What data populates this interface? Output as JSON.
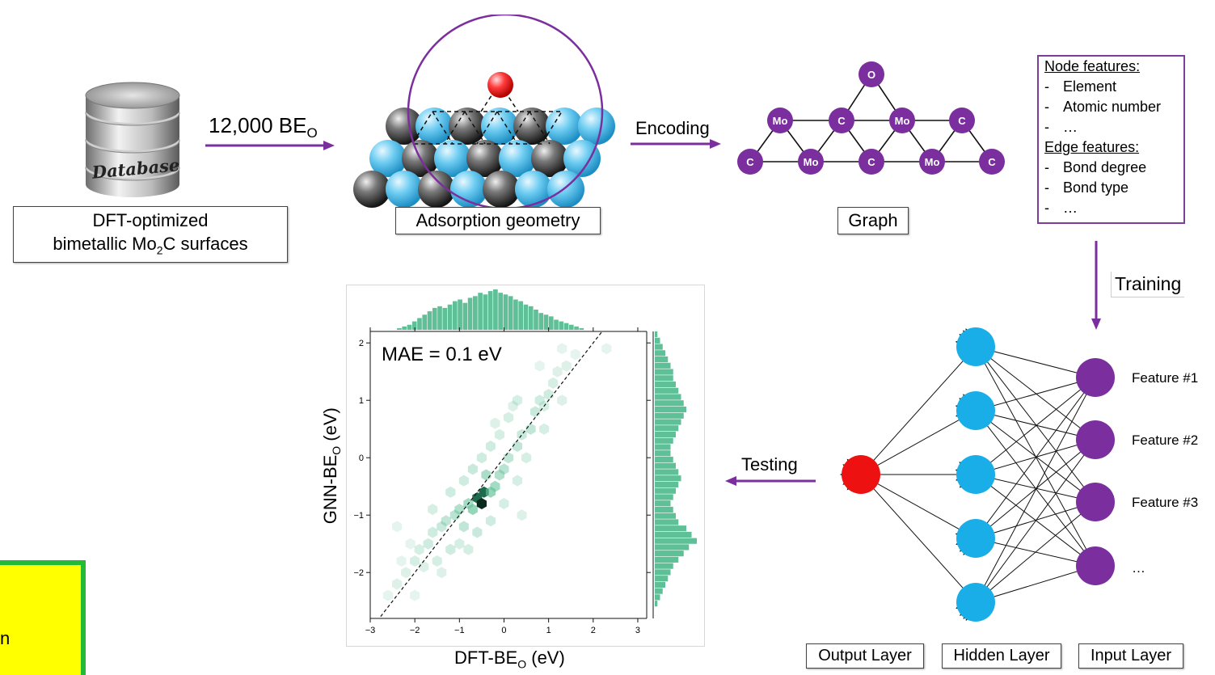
{
  "database": {
    "icon": "database-cylinder-icon",
    "icon_text": "Database",
    "caption_line1": "DFT-optimized",
    "caption_line2_pre": "bimetallic Mo",
    "caption_line2_sub": "2",
    "caption_line2_post": "C surfaces"
  },
  "arrow1": {
    "text": "12,000 BE",
    "sub": "O"
  },
  "adsorption": {
    "caption": "Adsorption geometry"
  },
  "encoding": {
    "text": "Encoding"
  },
  "graph": {
    "caption": "Graph",
    "nodes": [
      "O",
      "Mo",
      "C",
      "Mo",
      "C",
      "C",
      "Mo",
      "C",
      "Mo",
      "C"
    ]
  },
  "features_box": {
    "node_header": "Node features:",
    "node_items": [
      "Element",
      "Atomic number",
      "…"
    ],
    "edge_header": "Edge features:",
    "edge_items": [
      "Bond degree",
      "Bond type",
      "…"
    ],
    "dash": "-"
  },
  "training": {
    "text": "Training"
  },
  "testing": {
    "text": "Testing"
  },
  "network": {
    "input_labels": [
      "Feature #1",
      "Feature #2",
      "Feature #3",
      "…"
    ],
    "output_layer": "Output Layer",
    "hidden_layer": "Hidden Layer",
    "input_layer": "Input Layer",
    "colors": {
      "input": "#7b2f9e",
      "hidden": "#1aaee8",
      "output": "#ee1111"
    }
  },
  "plot": {
    "annotation": "MAE = 0.1 eV",
    "xlabel_pre": "DFT-BE",
    "xlabel_sub": "O",
    "xlabel_post": " (eV)",
    "ylabel_pre": "GNN-BE",
    "ylabel_sub": "O",
    "ylabel_post": " (eV)"
  },
  "chart_data": {
    "type": "scatter",
    "subtype": "hexbin-joint-plot",
    "title": "",
    "xlabel": "DFT-BE_O (eV)",
    "ylabel": "GNN-BE_O (eV)",
    "xlim": [
      -3,
      3.2
    ],
    "ylim": [
      -2.8,
      2.2
    ],
    "xticks": [
      -3,
      -2,
      -1,
      0,
      1,
      2,
      3
    ],
    "yticks": [
      -2,
      -1,
      0,
      1,
      2
    ],
    "xtick_labels": [
      "−3",
      "−2",
      "−1",
      "0",
      "1",
      "2",
      "3"
    ],
    "ytick_labels": [
      "−2",
      "−1",
      "0",
      "1",
      "2"
    ],
    "annotation": "MAE = 0.1 eV",
    "parity_line": true,
    "color": "#5fbf97",
    "density_peak": [
      -0.5,
      -0.8
    ],
    "hexbins": [
      [
        -2.6,
        -2.4,
        1
      ],
      [
        -2.4,
        -2.2,
        2
      ],
      [
        -2.2,
        -2.0,
        2
      ],
      [
        -2.0,
        -1.8,
        3
      ],
      [
        -1.9,
        -1.6,
        3
      ],
      [
        -1.7,
        -1.5,
        4
      ],
      [
        -1.6,
        -1.3,
        4
      ],
      [
        -1.4,
        -1.2,
        5
      ],
      [
        -1.3,
        -1.1,
        6
      ],
      [
        -1.1,
        -1.0,
        7
      ],
      [
        -1.0,
        -0.9,
        8
      ],
      [
        -0.9,
        -1.2,
        6
      ],
      [
        -0.8,
        -0.8,
        10
      ],
      [
        -0.7,
        -0.9,
        12
      ],
      [
        -0.6,
        -0.7,
        14
      ],
      [
        -0.5,
        -0.8,
        20
      ],
      [
        -0.45,
        -0.6,
        15
      ],
      [
        -0.3,
        -0.6,
        12
      ],
      [
        -0.2,
        -0.5,
        10
      ],
      [
        -0.4,
        -0.3,
        9
      ],
      [
        -0.1,
        -0.3,
        8
      ],
      [
        0.0,
        -0.2,
        7
      ],
      [
        0.1,
        0.0,
        6
      ],
      [
        0.3,
        0.2,
        6
      ],
      [
        0.4,
        0.4,
        5
      ],
      [
        0.6,
        0.5,
        6
      ],
      [
        0.7,
        0.8,
        5
      ],
      [
        0.8,
        1.0,
        4
      ],
      [
        1.0,
        1.1,
        4
      ],
      [
        1.1,
        1.3,
        3
      ],
      [
        1.2,
        1.5,
        2
      ],
      [
        1.4,
        1.6,
        2
      ],
      [
        -1.6,
        -0.9,
        3
      ],
      [
        -1.2,
        -0.6,
        4
      ],
      [
        -0.9,
        -0.4,
        4
      ],
      [
        -0.7,
        -0.2,
        5
      ],
      [
        -0.5,
        0.0,
        4
      ],
      [
        -0.3,
        0.2,
        4
      ],
      [
        -0.1,
        0.4,
        3
      ],
      [
        0.1,
        0.7,
        3
      ],
      [
        0.3,
        1.0,
        3
      ],
      [
        -1.8,
        -1.9,
        2
      ],
      [
        -1.5,
        -1.8,
        3
      ],
      [
        -1.2,
        -1.6,
        4
      ],
      [
        -1.0,
        -1.5,
        3
      ],
      [
        -0.6,
        -1.3,
        5
      ],
      [
        -0.3,
        -1.1,
        4
      ],
      [
        0.0,
        -0.8,
        3
      ],
      [
        0.3,
        -0.4,
        3
      ],
      [
        0.5,
        0.0,
        3
      ],
      [
        0.9,
        0.5,
        3
      ],
      [
        1.3,
        1.0,
        2
      ],
      [
        -2.3,
        -1.8,
        1
      ],
      [
        -2.0,
        -2.4,
        1
      ],
      [
        1.6,
        1.8,
        1
      ],
      [
        1.3,
        1.9,
        1
      ],
      [
        0.8,
        1.6,
        1
      ],
      [
        2.3,
        1.9,
        1
      ],
      [
        -2.4,
        -1.2,
        1
      ],
      [
        0.4,
        -1.0,
        2
      ],
      [
        -0.8,
        -1.6,
        3
      ],
      [
        -1.4,
        -2.0,
        2
      ],
      [
        -2.1,
        -1.5,
        1
      ],
      [
        0.9,
        0.9,
        3
      ],
      [
        0.2,
        0.9,
        2
      ],
      [
        -0.2,
        0.6,
        2
      ]
    ],
    "x_histogram_counts": [
      1,
      2,
      3,
      5,
      7,
      9,
      11,
      13,
      14,
      13,
      15,
      17,
      18,
      16,
      19,
      20,
      22,
      21,
      23,
      24,
      22,
      21,
      20,
      18,
      17,
      15,
      14,
      12,
      10,
      9,
      8,
      6,
      5,
      4,
      3,
      2,
      1
    ],
    "y_histogram_counts": [
      1,
      2,
      3,
      4,
      5,
      6,
      7,
      7,
      8,
      9,
      10,
      11,
      12,
      11,
      10,
      9,
      8,
      7,
      6,
      6,
      7,
      8,
      9,
      10,
      9,
      8,
      7,
      6,
      7,
      8,
      9,
      12,
      14,
      16,
      13,
      11,
      9,
      7,
      6,
      5,
      4,
      3,
      2,
      1
    ]
  }
}
